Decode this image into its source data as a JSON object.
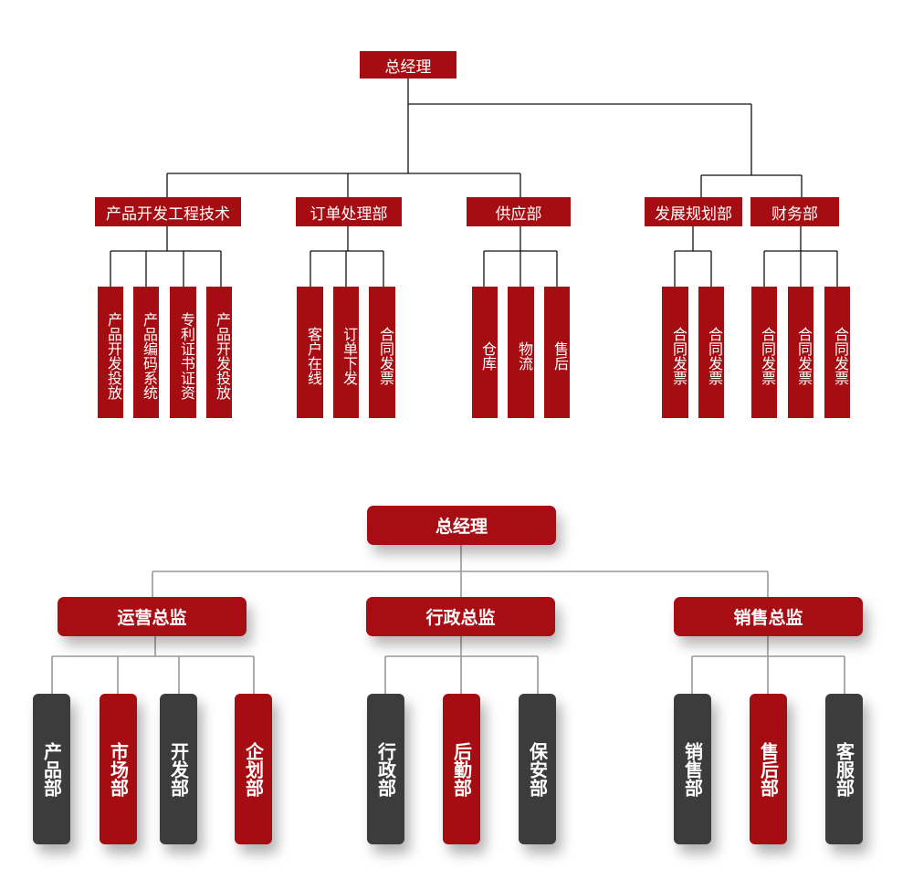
{
  "chart1": {
    "root": "总经理",
    "departments": [
      {
        "label": "产品开发工程技术",
        "children": [
          "产品开发投放",
          "产品编码系统",
          "专利证书证资",
          "产品开发投放"
        ]
      },
      {
        "label": "订单处理部",
        "children": [
          "客户在线",
          "订单下发",
          "合同发票"
        ]
      },
      {
        "label": "供应部",
        "children": [
          "仓库",
          "物流",
          "售后"
        ]
      },
      {
        "label": "发展规划部",
        "children": [
          "合同发票",
          "合同发票"
        ]
      },
      {
        "label": "财务部",
        "children": [
          "合同发票",
          "合同发票",
          "合同发票"
        ]
      }
    ]
  },
  "chart2": {
    "root": "总经理",
    "directors": [
      {
        "label": "运营总监",
        "children": [
          {
            "label": "产品部",
            "style": "dark"
          },
          {
            "label": "市场部",
            "style": "red"
          },
          {
            "label": "开发部",
            "style": "dark"
          },
          {
            "label": "企划部",
            "style": "red"
          }
        ]
      },
      {
        "label": "行政总监",
        "children": [
          {
            "label": "行政部",
            "style": "dark"
          },
          {
            "label": "后勤部",
            "style": "red"
          },
          {
            "label": "保安部",
            "style": "dark"
          }
        ]
      },
      {
        "label": "销售总监",
        "children": [
          {
            "label": "销售部",
            "style": "dark"
          },
          {
            "label": "售后部",
            "style": "red"
          },
          {
            "label": "客服部",
            "style": "dark"
          }
        ]
      }
    ]
  }
}
